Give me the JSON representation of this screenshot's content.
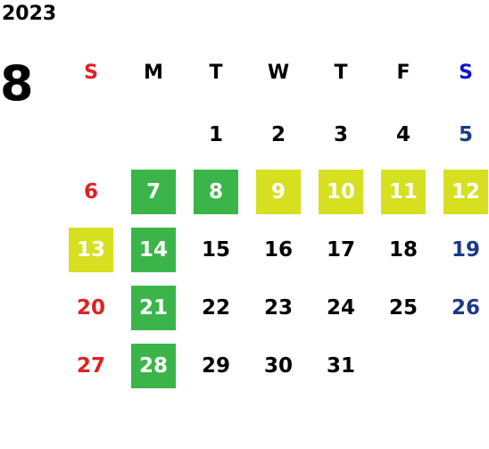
{
  "year": "2023",
  "month": "8",
  "weekdays": [
    "S",
    "M",
    "T",
    "W",
    "T",
    "F",
    "S"
  ],
  "highlight_colors": {
    "green": "#3bb54a",
    "yellow": "#d6e021"
  },
  "weeks": [
    [
      null,
      null,
      {
        "d": "1"
      },
      {
        "d": "2"
      },
      {
        "d": "3"
      },
      {
        "d": "4"
      },
      {
        "d": "5"
      }
    ],
    [
      {
        "d": "6"
      },
      {
        "d": "7",
        "hl": "green"
      },
      {
        "d": "8",
        "hl": "green"
      },
      {
        "d": "9",
        "hl": "yellow"
      },
      {
        "d": "10",
        "hl": "yellow"
      },
      {
        "d": "11",
        "hl": "yellow"
      },
      {
        "d": "12",
        "hl": "yellow"
      }
    ],
    [
      {
        "d": "13",
        "hl": "yellow"
      },
      {
        "d": "14",
        "hl": "green"
      },
      {
        "d": "15"
      },
      {
        "d": "16"
      },
      {
        "d": "17"
      },
      {
        "d": "18"
      },
      {
        "d": "19"
      }
    ],
    [
      {
        "d": "20"
      },
      {
        "d": "21",
        "hl": "green"
      },
      {
        "d": "22"
      },
      {
        "d": "23"
      },
      {
        "d": "24"
      },
      {
        "d": "25"
      },
      {
        "d": "26"
      }
    ],
    [
      {
        "d": "27"
      },
      {
        "d": "28",
        "hl": "green"
      },
      {
        "d": "29"
      },
      {
        "d": "30"
      },
      {
        "d": "31"
      },
      null,
      null
    ]
  ]
}
